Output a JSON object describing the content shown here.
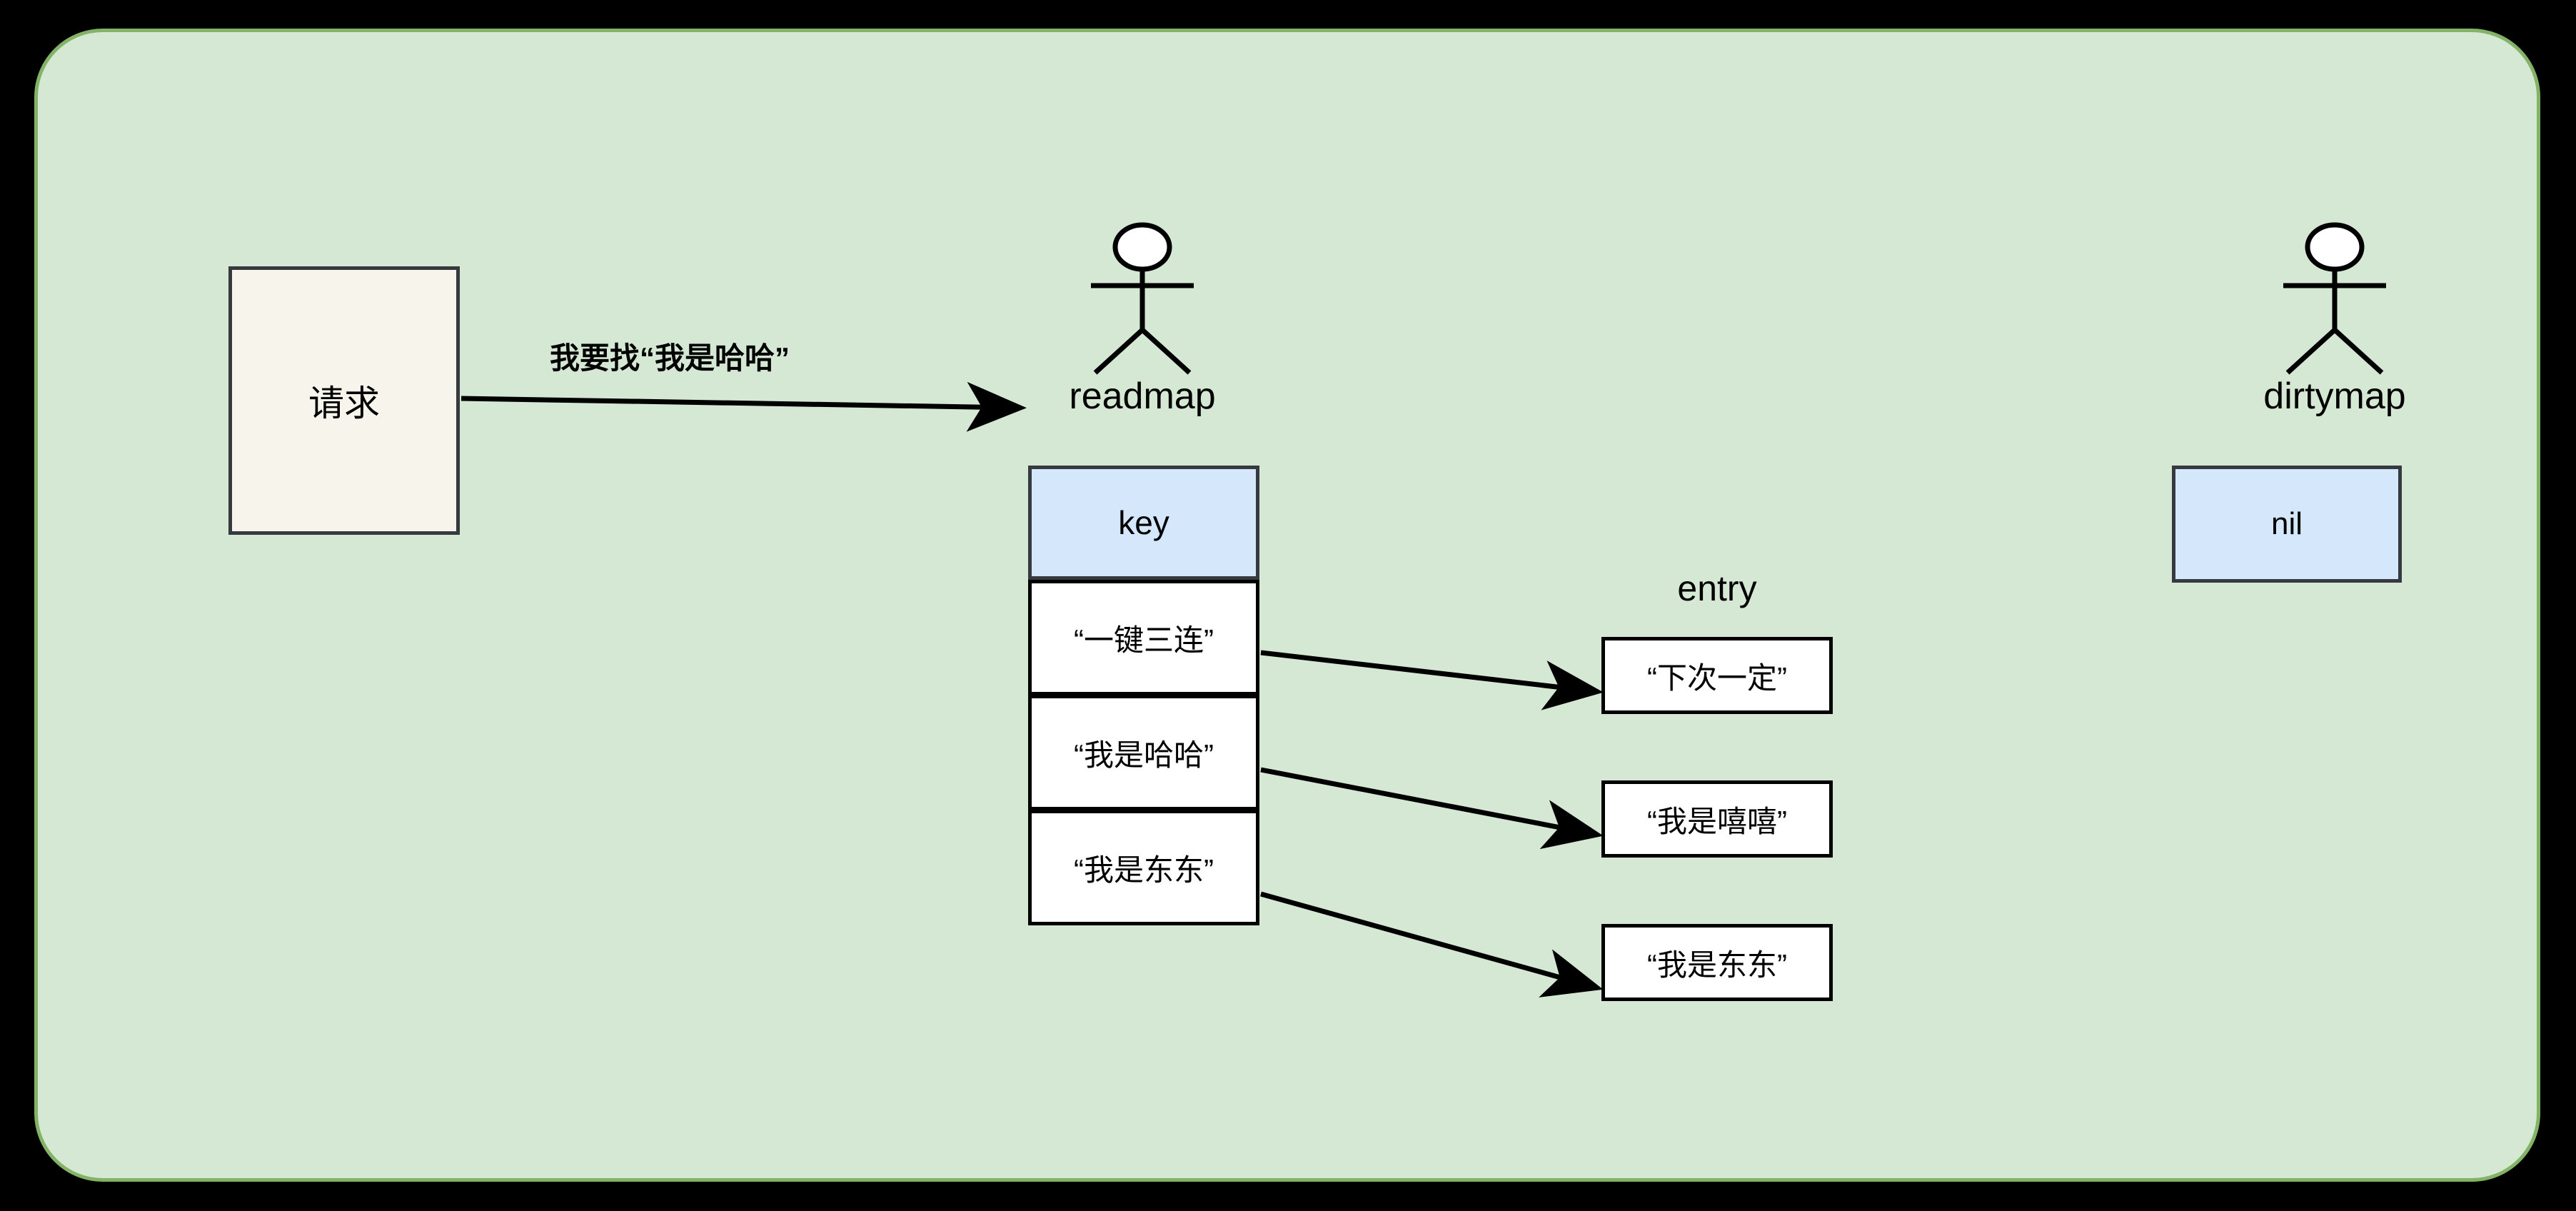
{
  "canvas": {
    "background": "#000000",
    "frame_fill": "#d5e8d4",
    "frame_stroke": "#82b366"
  },
  "colors": {
    "request_fill": "#f7f4ec",
    "key_header_fill": "#d4e7fb",
    "nil_fill": "#d4e7fb",
    "box_stroke": "#36393d",
    "row_stroke": "#000000",
    "row_fill": "#ffffff",
    "text": "#000000"
  },
  "request": {
    "label": "请求"
  },
  "flow": {
    "request_to_readmap_label": "我要找“我是哈哈”"
  },
  "readmap": {
    "actor_label": "readmap",
    "table": {
      "header": "key",
      "rows": [
        "“一键三连”",
        "“我是哈哈”",
        "“我是东东”"
      ]
    }
  },
  "entry": {
    "label": "entry",
    "boxes": [
      "“下次一定”",
      "“我是嘻嘻”",
      "“我是东东”"
    ]
  },
  "dirtymap": {
    "actor_label": "dirtymap",
    "value": "nil"
  },
  "icons": {
    "actor": "stick-figure-actor-icon",
    "arrow": "arrow-right-icon"
  }
}
